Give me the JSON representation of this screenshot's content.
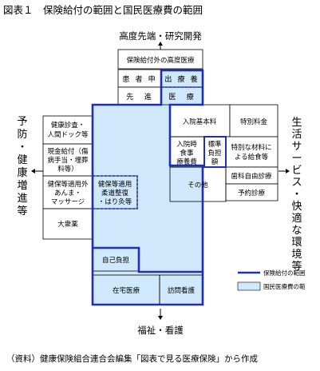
{
  "title": "図表１　保険給付の範囲と国民医療費の範囲",
  "top_label": "高度先端・研究開発",
  "bottom_label": "福祉・看護",
  "left_side": [
    "予",
    "防",
    "・",
    "健",
    "康",
    "増",
    "進",
    "等"
  ],
  "right_side": [
    "生",
    "活",
    "サ",
    "ー",
    "ビ",
    "ス",
    "・",
    "快",
    "適",
    "な",
    "環",
    "境",
    "等"
  ],
  "cells": {
    "outside_advanced": "保険給付外の高度医療",
    "patient_request": "患 者 申",
    "request_care": "出 療 養",
    "advanced": "先　進",
    "advanced_med": "医　療",
    "admission_basic": "入院基本料",
    "special_room": "特別料金",
    "meal_1": "入院時",
    "meal_2": "食事",
    "meal_3": "療養費",
    "std_1": "標準",
    "std_2": "負担",
    "std_3": "額",
    "special_meal_1": "特別な材料に",
    "special_meal_2": "よる給食等",
    "dental": "歯科自由診療",
    "reserved": "予約診療",
    "other": "その他",
    "checkup_1": "健康診査・",
    "checkup_2": "人間ドック等",
    "cash_1": "現金給付（傷",
    "cash_2": "病手当・埋葬",
    "cash_3": "料等）",
    "ins_1": "健保等適用外",
    "ins_2": "あんま・",
    "ins_3": "マッサージ",
    "judo_1": "健保等適用",
    "judo_2": "柔道整復",
    "judo_3": "・はり灸等",
    "otc": "大衆薬",
    "self_pay": "自己負担",
    "home_care": "在宅医療",
    "visit_nursing": "訪問看護"
  },
  "legend": {
    "benefit": "保険給付の範囲",
    "national": "国民医療費の範"
  },
  "source": "（資料）健康保険組合連合会編集「図表で見る医療保険」から作成",
  "colors": {
    "blue_line": "#1f2db8",
    "fill": "#cfe8fb",
    "line": "#000000"
  }
}
